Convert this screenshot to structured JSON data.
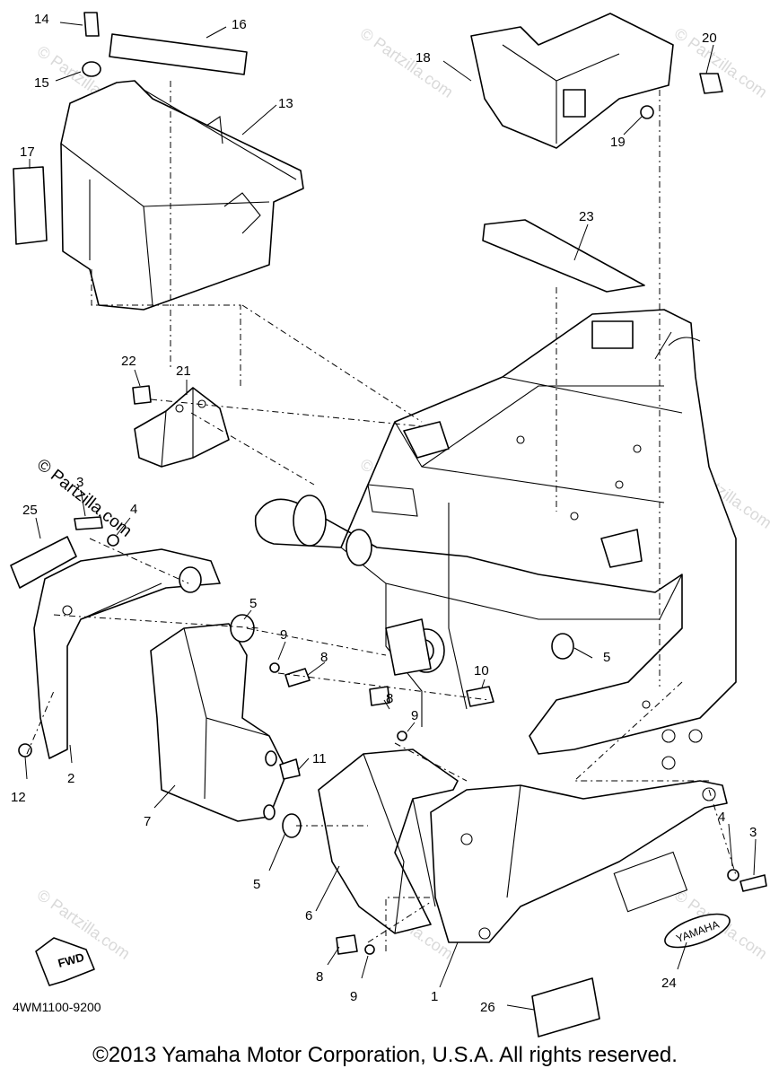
{
  "diagram_code": "4WM1100-9200",
  "copyright": "©2013 Yamaha Motor Corporation, U.S.A. All rights reserved.",
  "fwd_label": "FWD",
  "brand_badge_text": "YAMAHA",
  "watermark_text": "© Partzilla.com",
  "callouts": {
    "n1": "1",
    "n2": "2",
    "n3a": "3",
    "n3b": "3",
    "n4a": "4",
    "n4b": "4",
    "n5a": "5",
    "n5b": "5",
    "n5c": "5",
    "n6": "6",
    "n7": "7",
    "n8a": "8",
    "n8b": "8",
    "n8c": "8",
    "n9a": "9",
    "n9b": "9",
    "n9c": "9",
    "n10": "10",
    "n11": "11",
    "n12": "12",
    "n13": "13",
    "n14": "14",
    "n15": "15",
    "n16": "16",
    "n17": "17",
    "n18": "18",
    "n19": "19",
    "n20": "20",
    "n21": "21",
    "n22": "22",
    "n23": "23",
    "n24": "24",
    "n25": "25",
    "n26": "26"
  }
}
